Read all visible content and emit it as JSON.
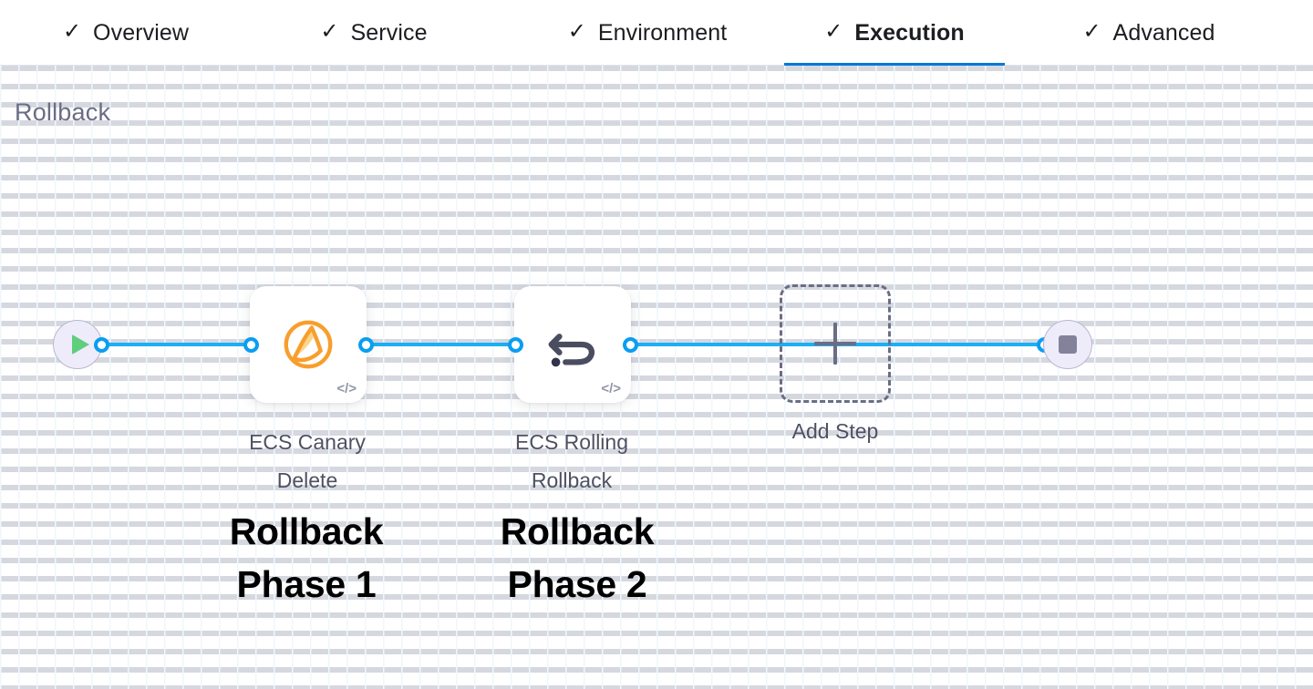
{
  "tabs": [
    {
      "label": "Overview",
      "icon": "check-icon",
      "active": false
    },
    {
      "label": "Service",
      "icon": "check-icon",
      "active": false
    },
    {
      "label": "Environment",
      "icon": "check-icon",
      "active": false
    },
    {
      "label": "Execution",
      "icon": "check-icon",
      "active": true
    },
    {
      "label": "Advanced",
      "icon": "check-icon",
      "active": false
    }
  ],
  "check_glyph": "✓",
  "section": {
    "title": "Rollback"
  },
  "pipeline": {
    "start_node": {
      "icon": "play-icon",
      "name": "start-node"
    },
    "end_node": {
      "icon": "stop-icon",
      "name": "end-node"
    },
    "steps": [
      {
        "label_line1": "ECS Canary",
        "label_line2": "Delete",
        "icon": "ecs-canary-delete-icon",
        "badge": "code-icon",
        "badge_glyph": "</>"
      },
      {
        "label_line1": "ECS Rolling",
        "label_line2": "Rollback",
        "icon": "rollback-arrow-icon",
        "badge": "code-icon",
        "badge_glyph": "</>"
      }
    ],
    "add_step": {
      "label": "Add Step",
      "icon": "plus-icon"
    }
  },
  "annotations": [
    {
      "line1": "Rollback",
      "line2": "Phase 1"
    },
    {
      "line1": "Rollback",
      "line2": "Phase 2"
    }
  ],
  "colors": {
    "active_tab_underline": "#0278d5",
    "edge_blue": "#19b0f5",
    "connector_blue": "#0a9ef1",
    "step_icon_orange": "#f9a02b",
    "rollback_icon_gray": "#5c5f72",
    "terminal_fill": "#eeecfa",
    "play_green": "#5fce7e",
    "stop_gray": "#82839b",
    "heading_gray": "#6b6d85",
    "label_gray": "#4f5162"
  }
}
